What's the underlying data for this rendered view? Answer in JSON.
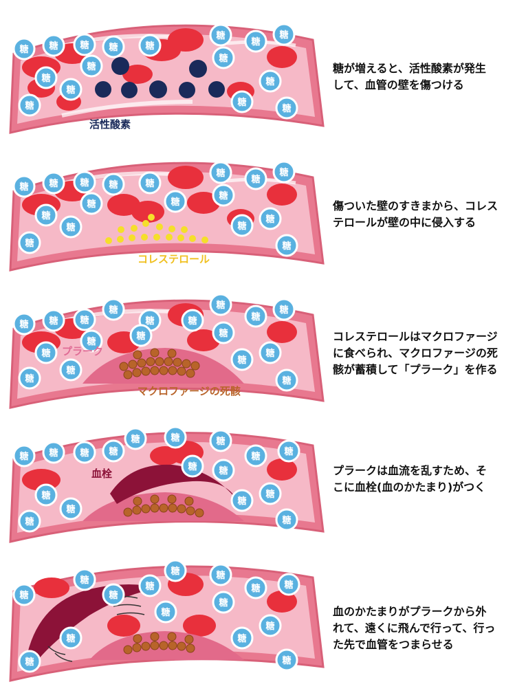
{
  "sugar_char": "糖",
  "panels": [
    {
      "desc": "糖が増えると、活性酸素が発生\nして、血管の壁を傷つける",
      "label": "活性酸素"
    },
    {
      "desc": "傷ついた壁のすきまから、コレス\nテロールが壁の中に侵入する",
      "label": "コレステロール"
    },
    {
      "desc": "コレステロールはマクロファージ\nに食べられ、マクロファージの死\n骸が蓄積して「プラーク」を作る",
      "label": "マクロファージの死骸",
      "label2": "プラーク"
    },
    {
      "desc": "プラークは血流を乱すため、そ\nこに血栓(血のかたまり)がつく",
      "label": "血栓"
    },
    {
      "desc": "血のかたまりがプラークから外\nれて、遠くに飛んで行って、行っ\nた先で血管をつまらせる"
    }
  ],
  "colors": {
    "vessel_wall": "#e8788f",
    "lumen": "#f6b9c7",
    "red_cell": "#e8303c",
    "sugar_fill": "#5ab1e0",
    "cholesterol": "#f5df2a",
    "plaque": "#e26a8a",
    "macrophage": "#b8642a",
    "thrombus": "#8c1238",
    "radical": "#1a2a5a"
  }
}
